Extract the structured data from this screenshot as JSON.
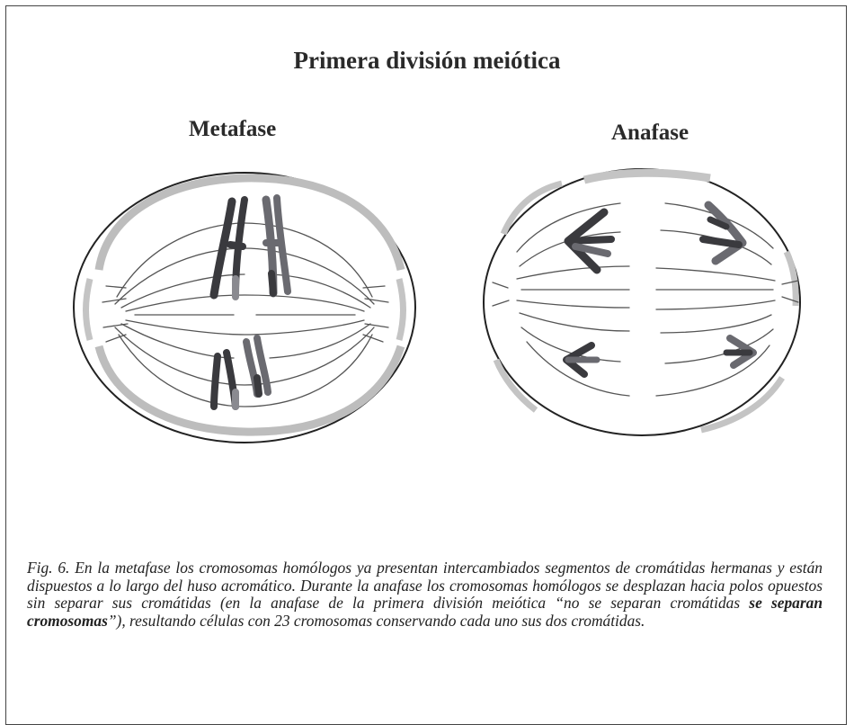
{
  "figure": {
    "title": "Primera división meiótica",
    "panels": [
      {
        "label": "Metafase"
      },
      {
        "label": "Anafase"
      }
    ]
  },
  "caption": {
    "part1": "Fig. 6. En la metafase los cromosomas homólogos ya presentan intercambiados segmentos de cromátidas hermanas y están dispuestos a lo largo del huso acromático. Durante la anafase los cromosomas homólogos se desplazan hacia polos opuestos sin separar sus cromátidas (en la anafase de la primera división meiótica “no se separan cromátidas ",
    "emphasis": "se separan cromosomas",
    "part2": "”), resultando células con 23 cromosomas conservando cada uno sus dos cromátidas."
  },
  "colors": {
    "chromosome_dark": "#3a3a3e",
    "chromosome_mid": "#6a6a70",
    "cell_membrane": "#b9b9b9",
    "spindle": "#555555"
  }
}
